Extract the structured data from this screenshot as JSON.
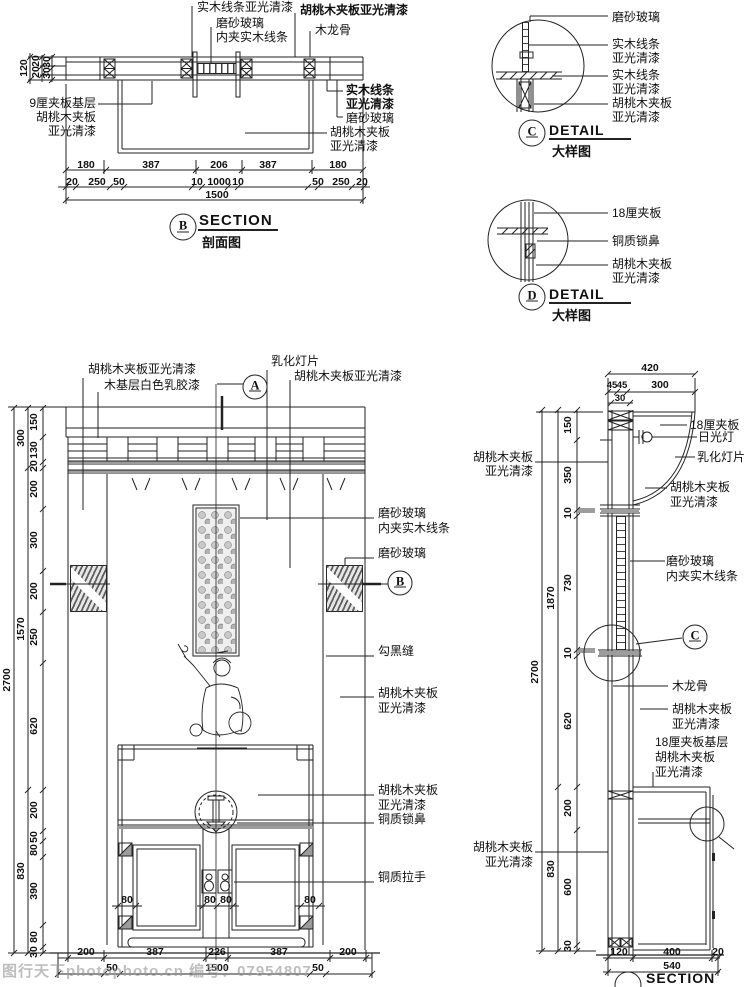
{
  "watermark": "图行天下photophoto.cn 编号：07954807",
  "style_colors": {
    "line": "#222222",
    "hatch_gray": "#9d9d9d",
    "watermark_gray": "#969696"
  },
  "sb": {
    "t1": "实木线条亚光清漆",
    "t2": "磨砂玻璃",
    "t3": "内夹实木线条",
    "t4": "胡桃木夹板亚光清漆",
    "t5": "木龙骨",
    "l1": "9厘夹板基层",
    "l2": "胡桃木夹板",
    "l3": "亚光清漆",
    "r1": "实木线条",
    "r2": "亚光清漆",
    "r3": "磨砂玻璃",
    "r4": "胡桃木夹板",
    "r5": "亚光清漆",
    "v": [
      "120",
      "20",
      "20",
      "30",
      "30"
    ],
    "d1": [
      "180",
      "387",
      "206",
      "387",
      "180"
    ],
    "d2": [
      "20",
      "250",
      "50",
      "10",
      "1000",
      "10",
      "50",
      "250",
      "20"
    ],
    "d3": "1500",
    "letter": "B",
    "title": "SECTION",
    "sub": "剖面图"
  },
  "dc": {
    "l1": "磨砂玻璃",
    "l2": "实木线条",
    "l3": "亚光清漆",
    "l4": "实木线条",
    "l5": "亚光清漆",
    "l6": "胡桃木夹板",
    "l7": "亚光清漆",
    "letter": "C",
    "title": "DETAIL",
    "sub": "大样图"
  },
  "dd": {
    "l1": "18厘夹板",
    "l2": "铜质锁鼻",
    "l3": "胡桃木夹板",
    "l4": "亚光清漆",
    "letter": "D",
    "title": "DETAIL",
    "sub": "大样图"
  },
  "el": {
    "t1": "胡桃木夹板亚光清漆",
    "t2": "木基层白色乳胶漆",
    "t3": "乳化灯片",
    "t4": "胡桃木夹板亚光清漆",
    "r1": "磨砂玻璃",
    "r2": "内夹实木线条",
    "r3": "磨砂玻璃",
    "r4": "勾黑缝",
    "r5": "胡桃木夹板",
    "r6": "亚光清漆",
    "r7": "胡桃木夹板",
    "r8": "亚光清漆",
    "r9": "铜质锁鼻",
    "r10": "铜质拉手",
    "ma": "A",
    "mb": "B",
    "vi": [
      "150",
      "130",
      "20",
      "200",
      "300",
      "200",
      "250",
      "620",
      "200",
      "50",
      "80",
      "390",
      "80",
      "30"
    ],
    "vm": [
      "300",
      "1570",
      "830"
    ],
    "vo": "2700",
    "b1": [
      "200",
      "387",
      "226",
      "387",
      "200"
    ],
    "b2": [
      "50",
      "1500",
      "50"
    ],
    "e80": [
      "80",
      "80",
      "80",
      "80"
    ]
  },
  "sa": {
    "top": [
      "420",
      "45",
      "45",
      "300",
      "30"
    ],
    "lt1": "胡桃木夹板",
    "lt2": "亚光清漆",
    "lt3": "胡桃木夹板",
    "lt4": "亚光清漆",
    "r1": "18厘夹板",
    "r2": "日光灯",
    "r3": "乳化灯片",
    "r4": "胡桃木夹板",
    "r5": "亚光清漆",
    "r6": "磨砂玻璃",
    "r7": "内夹实木线条",
    "r8": "木龙骨",
    "r9": "胡桃木夹板",
    "r10": "亚光清漆",
    "r11": "18厘夹板基层",
    "r12": "胡桃木夹板",
    "r13": "亚光清漆",
    "mc": "C",
    "vi": [
      "150",
      "350",
      "10",
      "730",
      "10",
      "620",
      "200",
      "600",
      "30"
    ],
    "vm": [
      "1870",
      "830"
    ],
    "vo": "2700",
    "b1": [
      "120",
      "400",
      "20"
    ],
    "b2": "540",
    "title": "SECTION"
  }
}
